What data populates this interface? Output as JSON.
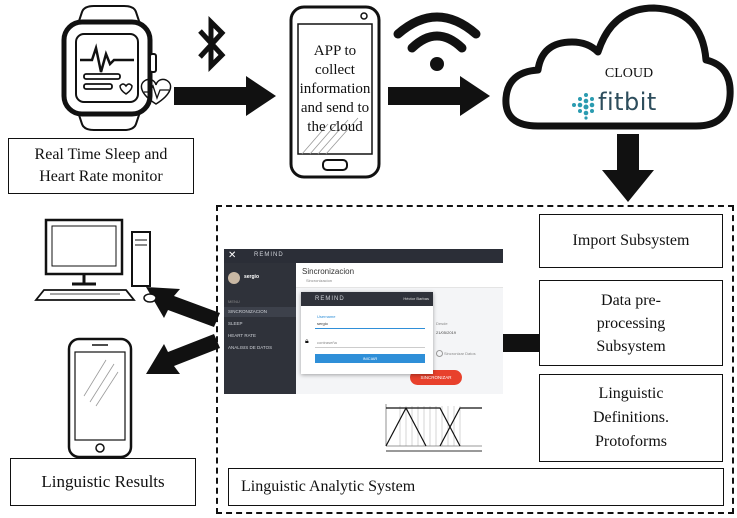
{
  "phone_box_text": [
    "APP to",
    "collect",
    "information",
    "and send to",
    "the cloud"
  ],
  "cloud": {
    "label": "CLOUD",
    "brand": "fitbit"
  },
  "boxes": {
    "monitor": [
      "Real Time Sleep and",
      "Heart Rate monitor"
    ],
    "import": "Import Subsystem",
    "preprocessing": [
      "Data pre-",
      "processing",
      "Subsystem"
    ],
    "linguistic_definitions": [
      "Linguistic",
      "Definitions.",
      "Protoforms"
    ],
    "linguistic_results": "Linguistic Results",
    "analytic_system": "Linguistic Analytic System"
  },
  "app_screenshot": {
    "app_name": "REMIND",
    "user": "sergio",
    "page_title": "Sincronizacion",
    "breadcrumb": "Sincronizacion",
    "menu_header": "MENU",
    "menu": [
      "SINCRONIZACION",
      "SLEEP",
      "HEART RATE",
      "ANALISIS DE DATOS"
    ],
    "dialog_user": "Héctor Barbas",
    "dialog_field_label": "Username",
    "dialog_field_value": "sergio",
    "dialog_password_value": "contraseña",
    "dialog_button": "INICIAR",
    "date_label": "Desde",
    "date_value": "21/05/2019",
    "option_label": "Sincronizar Datos",
    "sync_button": "SINCRONIZAR"
  },
  "colors": {
    "app_sidebar": "#2f323a",
    "app_accent": "#2f8fd8",
    "sync_button": "#e8412c",
    "fitbit": "#2a9bb0"
  }
}
